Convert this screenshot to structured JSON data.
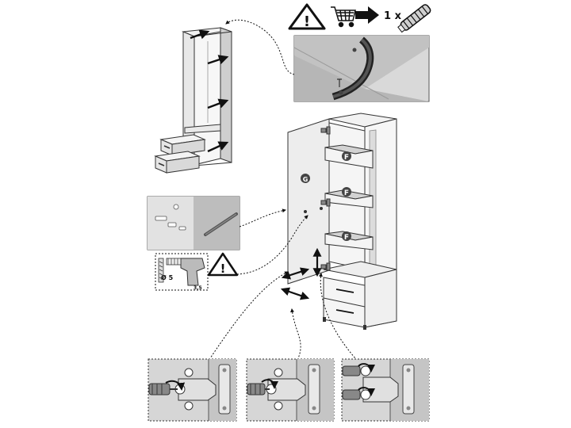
{
  "page": {
    "notice": {
      "warning_symbol": "!",
      "quantity_label": "1 x",
      "icons": [
        "warning-triangle-icon",
        "shopping-cart-icon",
        "arrow-right-icon",
        "wall-plug-icon"
      ]
    },
    "drill_spec": {
      "diameter_label": "Ø 5",
      "drill_bit_label": "3,5",
      "warning_symbol": "!"
    },
    "part_labels": {
      "side_panel": "G",
      "shelves": [
        "F",
        "F",
        "F"
      ]
    },
    "colors": {
      "panel_front": "#efefef",
      "panel_side": "#c9c9c9",
      "photo_bg": "#d3d3d3",
      "ink": "#111111"
    }
  }
}
